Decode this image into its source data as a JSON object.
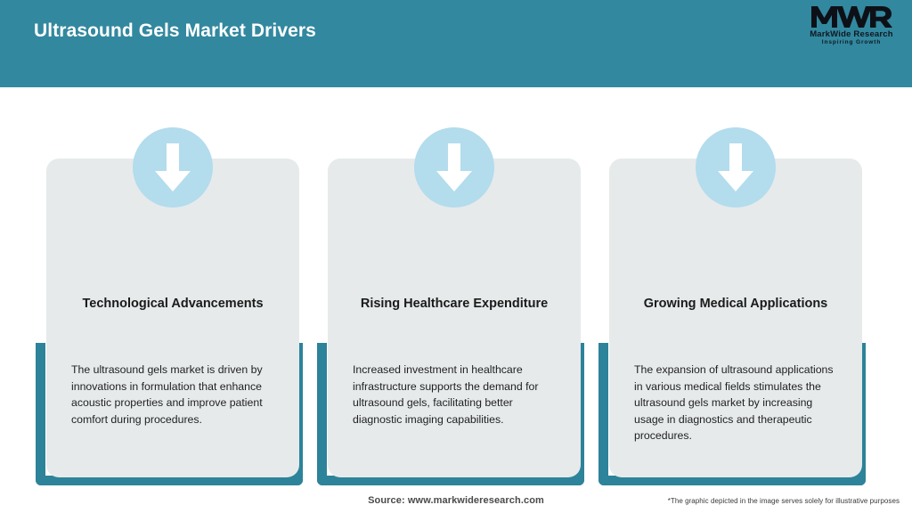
{
  "header": {
    "title": "Ultrasound Gels Market Drivers",
    "bg_color": "#32889f"
  },
  "logo": {
    "mark": "MWR",
    "name": "MarkWide Research",
    "tagline": "Inspiring Growth"
  },
  "theme": {
    "teal": "#2d8399",
    "header_teal": "#32889f",
    "card_bg": "#e6eaeb",
    "icon_circle": "#b3dced",
    "arrow": "#ffffff"
  },
  "cards": [
    {
      "icon": "arrow-down-icon",
      "title": "Technological Advancements",
      "body": "The ultrasound gels market is driven by innovations in formulation that enhance acoustic properties and improve patient comfort during procedures."
    },
    {
      "icon": "arrow-down-icon",
      "title": "Rising Healthcare Expenditure",
      "body": "Increased investment in healthcare infrastructure supports the demand for ultrasound gels, facilitating better diagnostic imaging capabilities."
    },
    {
      "icon": "arrow-down-icon",
      "title": "Growing Medical Applications",
      "body": "The expansion of ultrasound applications in various medical fields stimulates the ultrasound gels market by increasing usage in diagnostics and therapeutic procedures."
    }
  ],
  "footer": {
    "source": "Source: www.markwideresearch.com",
    "disclaimer": "*The graphic depicted in the image serves solely for illustrative purposes"
  }
}
